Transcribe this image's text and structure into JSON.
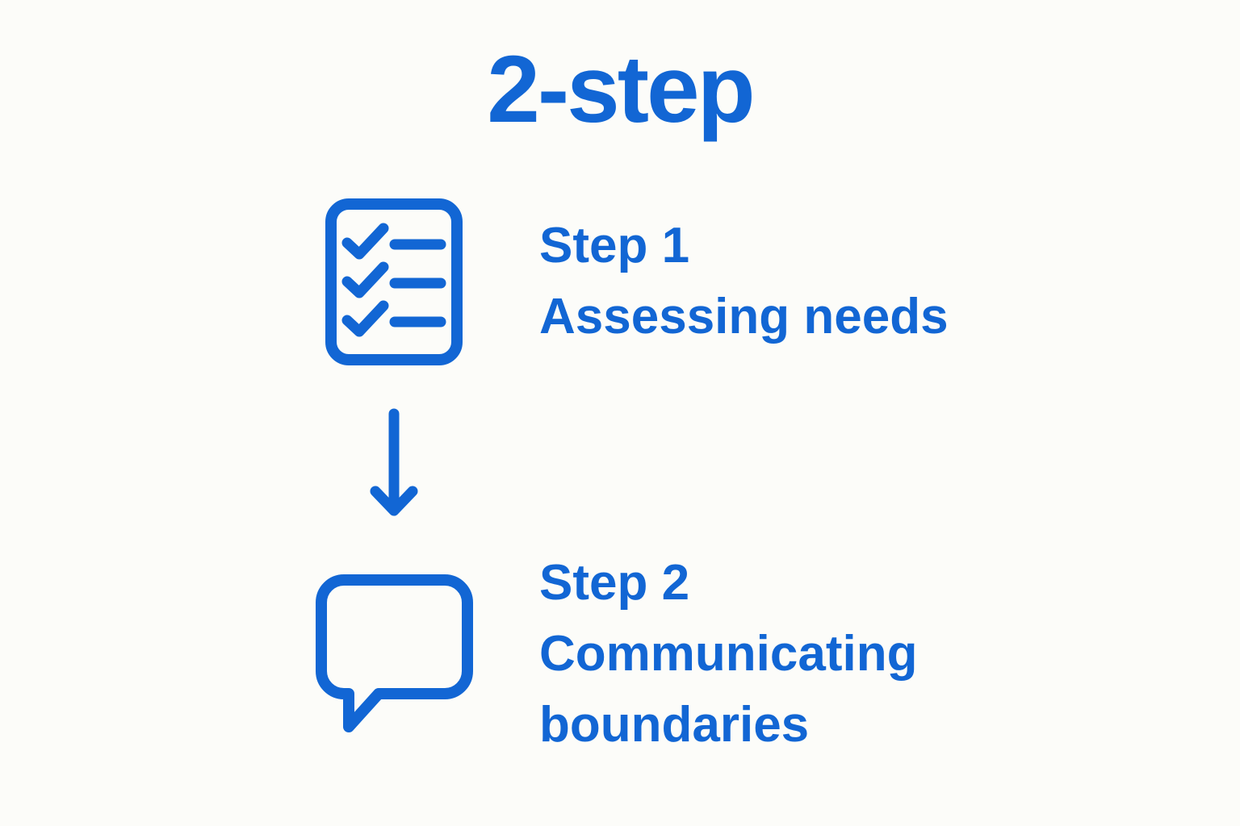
{
  "title": "2-step",
  "colors": {
    "accent": "#1266d4",
    "background": "#fcfcf9"
  },
  "steps": [
    {
      "label": "Step 1",
      "description": "Assessing needs",
      "icon": "checklist-icon"
    },
    {
      "label": "Step 2",
      "description": "Communicating boundaries",
      "icon": "speech-bubble-icon"
    }
  ],
  "connector": {
    "icon": "arrow-down-icon"
  }
}
